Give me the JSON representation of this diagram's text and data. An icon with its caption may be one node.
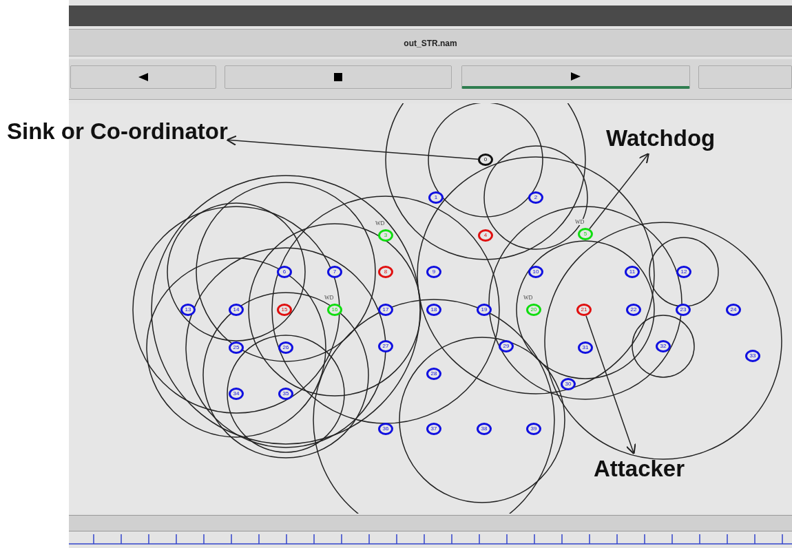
{
  "diagram": {
    "nodes": [
      {
        "text": [
          "0"
        ]
      },
      {
        "text": [
          "1"
        ]
      },
      {
        "text": [
          "2"
        ]
      },
      {
        "text": [
          "3"
        ],
        "beside": [
          "WD"
        ]
      },
      {
        "text": [
          "4"
        ]
      },
      {
        "text": [
          "5"
        ],
        "beside": [
          "WD"
        ]
      },
      {
        "text": [
          "6"
        ]
      },
      {
        "text": [
          "7"
        ]
      },
      {
        "text": [
          "8"
        ]
      },
      {
        "text": [
          "9"
        ]
      },
      {
        "text": [
          "10"
        ]
      },
      {
        "text": [
          "11"
        ]
      },
      {
        "text": [
          "12"
        ]
      },
      {
        "text": [
          "13"
        ]
      },
      {
        "text": [
          "14"
        ]
      },
      {
        "text": [
          "15"
        ]
      },
      {
        "text": [
          "16"
        ],
        "beside": [
          "WD"
        ]
      },
      {
        "text": [
          "17"
        ]
      },
      {
        "text": [
          "18"
        ]
      },
      {
        "text": [
          "19"
        ]
      },
      {
        "text": [
          "20"
        ],
        "beside": [
          "WD"
        ]
      },
      {
        "text": [
          "21"
        ]
      },
      {
        "text": [
          "22"
        ]
      },
      {
        "text": [
          "23"
        ]
      },
      {
        "text": [
          "24"
        ]
      },
      {
        "text": [
          "25"
        ]
      },
      {
        "text": [
          "26"
        ]
      },
      {
        "text": [
          "27"
        ]
      },
      {
        "text": [
          "28"
        ]
      },
      {
        "text": [
          "29"
        ]
      },
      {
        "text": [
          "30"
        ]
      },
      {
        "text": [
          "31"
        ]
      },
      {
        "text": [
          "32"
        ]
      },
      {
        "text": [
          "33"
        ]
      },
      {
        "text": [
          "34"
        ]
      },
      {
        "text": [
          "35"
        ]
      },
      {
        "text": [
          "36"
        ]
      },
      {
        "text": [
          "37"
        ]
      },
      {
        "text": [
          "38"
        ]
      },
      {
        "text": [
          "39"
        ]
      },
      {
        "text": [
          "Sink or Co-ordinator"
        ]
      },
      {
        "text": [
          "Watchdog"
        ]
      },
      {
        "text": [
          "Attacker"
        ]
      }
    ],
    "edges": [
      {
        "from": 0,
        "to": 40,
        "arrow": "to"
      },
      {
        "from": 5,
        "to": 41,
        "arrow": "to"
      },
      {
        "from": 21,
        "to": 42,
        "arrow": "to"
      }
    ],
    "labels": [
      "out_STR.nam"
    ]
  }
}
